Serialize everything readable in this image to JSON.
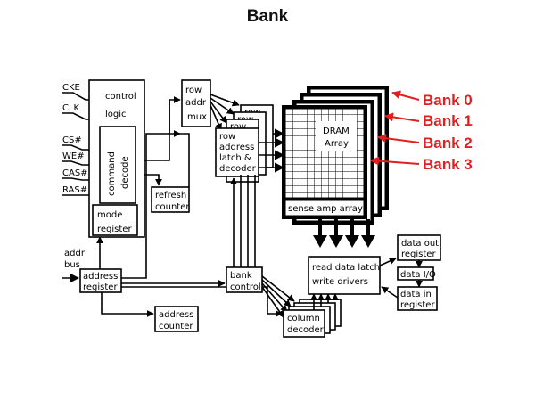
{
  "page": {
    "title": "Bank"
  },
  "inputs": {
    "cke": "CKE",
    "clk": "CLK",
    "cs": "CS#",
    "we": "WE#",
    "cas": "CAS#",
    "ras": "RAS#",
    "addr": "addr",
    "bus": "bus"
  },
  "blocks": {
    "control_logic": [
      "control",
      "logic"
    ],
    "command_decode": [
      "command",
      "decode"
    ],
    "mode_register": [
      "mode",
      "register"
    ],
    "refresh_counter": [
      "refresh",
      "counter"
    ],
    "row_addr_mux": [
      "row",
      "addr",
      "mux"
    ],
    "row_address_latch": [
      "row",
      "address",
      "latch &",
      "decoder"
    ],
    "row_shadow": "row",
    "dram_array": [
      "DRAM",
      "Array"
    ],
    "sense_amp_array": "sense amp array",
    "address_register": [
      "address",
      "register"
    ],
    "bank_control": [
      "bank",
      "control"
    ],
    "address_counter": [
      "address",
      "counter"
    ],
    "column_decoder": [
      "column",
      "decoder"
    ],
    "read_data_latch": [
      "read data latch",
      "write drivers"
    ],
    "data_out_register": [
      "data out",
      "register"
    ],
    "data_io": "data I/O",
    "data_in_register": [
      "data in",
      "register"
    ]
  },
  "bank_labels": [
    "Bank 0",
    "Bank 1",
    "Bank 2",
    "Bank 3"
  ],
  "colors": {
    "bank_label": "#e02020",
    "line": "#000000",
    "background": "#ffffff"
  }
}
